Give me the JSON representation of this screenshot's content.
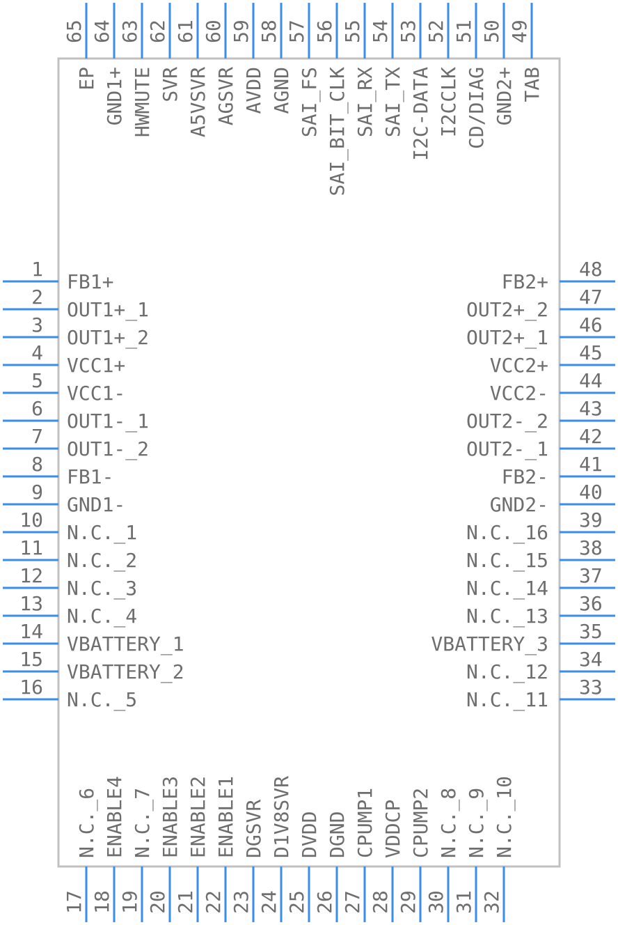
{
  "component": {
    "left_pins": [
      {
        "num": "1",
        "label": "FB1+"
      },
      {
        "num": "2",
        "label": "OUT1+_1"
      },
      {
        "num": "3",
        "label": "OUT1+_2"
      },
      {
        "num": "4",
        "label": "VCC1+"
      },
      {
        "num": "5",
        "label": "VCC1-"
      },
      {
        "num": "6",
        "label": "OUT1-_1"
      },
      {
        "num": "7",
        "label": "OUT1-_2"
      },
      {
        "num": "8",
        "label": "FB1-"
      },
      {
        "num": "9",
        "label": "GND1-"
      },
      {
        "num": "10",
        "label": "N.C._1"
      },
      {
        "num": "11",
        "label": "N.C._2"
      },
      {
        "num": "12",
        "label": "N.C._3"
      },
      {
        "num": "13",
        "label": "N.C._4"
      },
      {
        "num": "14",
        "label": "VBATTERY_1"
      },
      {
        "num": "15",
        "label": "VBATTERY_2"
      },
      {
        "num": "16",
        "label": "N.C._5"
      }
    ],
    "right_pins": [
      {
        "num": "48",
        "label": "FB2+"
      },
      {
        "num": "47",
        "label": "OUT2+_2"
      },
      {
        "num": "46",
        "label": "OUT2+_1"
      },
      {
        "num": "45",
        "label": "VCC2+"
      },
      {
        "num": "44",
        "label": "VCC2-"
      },
      {
        "num": "43",
        "label": "OUT2-_2"
      },
      {
        "num": "42",
        "label": "OUT2-_1"
      },
      {
        "num": "41",
        "label": "FB2-"
      },
      {
        "num": "40",
        "label": "GND2-"
      },
      {
        "num": "39",
        "label": "N.C._16"
      },
      {
        "num": "38",
        "label": "N.C._15"
      },
      {
        "num": "37",
        "label": "N.C._14"
      },
      {
        "num": "36",
        "label": "N.C._13"
      },
      {
        "num": "35",
        "label": "VBATTERY_3"
      },
      {
        "num": "34",
        "label": "N.C._12"
      },
      {
        "num": "33",
        "label": "N.C._11"
      }
    ],
    "top_pins": [
      {
        "num": "65",
        "label": "EP"
      },
      {
        "num": "64",
        "label": "GND1+"
      },
      {
        "num": "63",
        "label": "HWMUTE"
      },
      {
        "num": "62",
        "label": "SVR"
      },
      {
        "num": "61",
        "label": "A5VSVR"
      },
      {
        "num": "60",
        "label": "AGSVR"
      },
      {
        "num": "59",
        "label": "AVDD"
      },
      {
        "num": "58",
        "label": "AGND"
      },
      {
        "num": "57",
        "label": "SAI_FS"
      },
      {
        "num": "56",
        "label": "SAI_BIT_CLK"
      },
      {
        "num": "55",
        "label": "SAI_RX"
      },
      {
        "num": "54",
        "label": "SAI_TX"
      },
      {
        "num": "53",
        "label": "I2C-DATA"
      },
      {
        "num": "52",
        "label": "I2CCLK"
      },
      {
        "num": "51",
        "label": "CD/DIAG"
      },
      {
        "num": "50",
        "label": "GND2+"
      },
      {
        "num": "49",
        "label": "TAB"
      }
    ],
    "bottom_pins": [
      {
        "num": "17",
        "label": "N.C._6"
      },
      {
        "num": "18",
        "label": "ENABLE4"
      },
      {
        "num": "19",
        "label": "N.C._7"
      },
      {
        "num": "20",
        "label": "ENABLE3"
      },
      {
        "num": "21",
        "label": "ENABLE2"
      },
      {
        "num": "22",
        "label": "ENABLE1"
      },
      {
        "num": "23",
        "label": "DGSVR"
      },
      {
        "num": "24",
        "label": "D1V8SVR"
      },
      {
        "num": "25",
        "label": "DVDD"
      },
      {
        "num": "26",
        "label": "DGND"
      },
      {
        "num": "27",
        "label": "CPUMP1"
      },
      {
        "num": "28",
        "label": "VDDCP"
      },
      {
        "num": "29",
        "label": "CPUMP2"
      },
      {
        "num": "30",
        "label": "N.C._8"
      },
      {
        "num": "31",
        "label": "N.C._9"
      },
      {
        "num": "32",
        "label": "N.C._10"
      }
    ],
    "colors": {
      "pin": "#3a8ee6",
      "body": "#c0c0c0",
      "text": "#6e6e6e"
    }
  }
}
